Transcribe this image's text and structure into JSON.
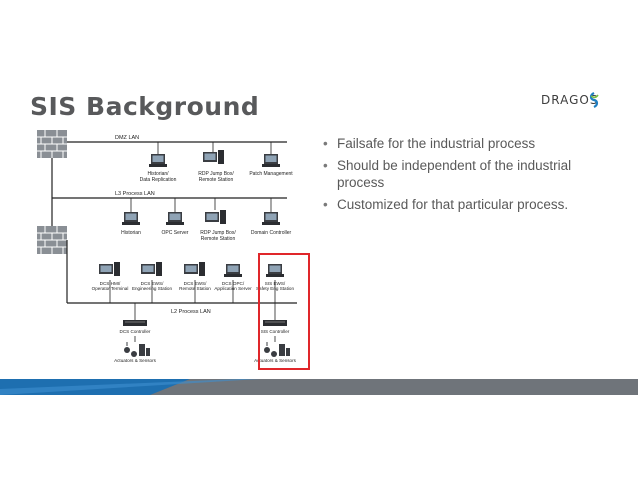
{
  "slide": {
    "title": "SIS Background",
    "logo_text": "DRAGOS",
    "bullets": [
      "Failsafe for the industrial process",
      "Should be independent of the industrial process",
      "Customized for that particular process."
    ]
  },
  "diagram": {
    "dmz_label": "DMZ LAN",
    "l3_label": "L3 Process LAN",
    "l2_label": "L2 Process LAN",
    "dmz_nodes": [
      {
        "line1": "Historian/",
        "line2": "Data Replication"
      },
      {
        "line1": "RDP Jump Box/",
        "line2": "Remote Station"
      },
      {
        "line1": "Patch Management",
        "line2": ""
      }
    ],
    "l3_nodes": [
      {
        "line1": "Historian",
        "line2": ""
      },
      {
        "line1": "OPC Server",
        "line2": ""
      },
      {
        "line1": "RDP Jump Box/",
        "line2": "Remote Station"
      },
      {
        "line1": "Domain Controller",
        "line2": ""
      }
    ],
    "l2_nodes": [
      {
        "line1": "DCS HMI/",
        "line2": "Operator Terminal"
      },
      {
        "line1": "DCS EWS/",
        "line2": "Engineering Station"
      },
      {
        "line1": "DCS EWS/",
        "line2": "Remote Station"
      },
      {
        "line1": "DCS OPC/",
        "line2": "Application Server"
      },
      {
        "line1": "SIS EWS/",
        "line2": "Safety Eng Station"
      }
    ],
    "dcs_controller_label": "DCS Controller",
    "sis_controller_label": "SIS Controller",
    "actuators_label_left": "Actuators & Sensors",
    "actuators_label_right": "Actuators & Sensors",
    "highlight_color": "#e0262a"
  },
  "colors": {
    "title": "#58595b",
    "footer": "#6f747a",
    "accent_blue": "#1e7fc2",
    "accent_green": "#7bbf44"
  }
}
